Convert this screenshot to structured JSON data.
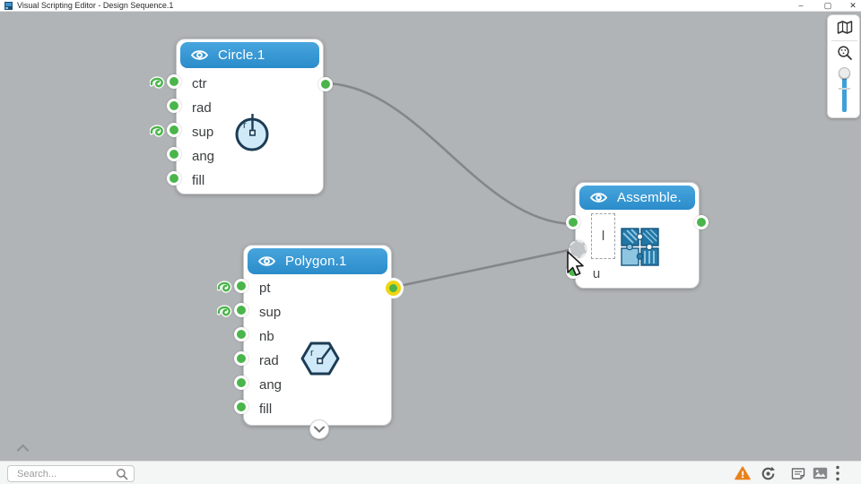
{
  "window": {
    "title": "Visual Scripting Editor - Design Sequence.1",
    "minimize": "–",
    "maximize": "▢",
    "close": "✕"
  },
  "colors": {
    "canvas": "#b1b4b6",
    "header_blue": "#2f95d1",
    "port_green": "#4ab54b",
    "highlight_yellow": "#efd511",
    "wire_gray": "#84878a",
    "warning_orange": "#e8821d"
  },
  "nodes": [
    {
      "title": "Circle.1",
      "icon": "circle-radius-icon",
      "inputs": [
        {
          "label": "ctr",
          "curl": true
        },
        {
          "label": "rad",
          "curl": false
        },
        {
          "label": "sup",
          "curl": true
        },
        {
          "label": "ang",
          "curl": false
        },
        {
          "label": "fill",
          "curl": false
        }
      ],
      "outputs": 1
    },
    {
      "title": "Polygon.1",
      "icon": "hexagon-radius-icon",
      "inputs": [
        {
          "label": "pt",
          "curl": true
        },
        {
          "label": "sup",
          "curl": true
        },
        {
          "label": "nb",
          "curl": false
        },
        {
          "label": "rad",
          "curl": false
        },
        {
          "label": "ang",
          "curl": false
        },
        {
          "label": "fill",
          "curl": false
        }
      ],
      "outputs": 1,
      "output_highlighted": true,
      "expander": true
    },
    {
      "title": "Assemble.",
      "icon": "puzzle-icon",
      "inputs": [
        {
          "label": "l"
        },
        {
          "label": "u"
        }
      ],
      "outputs": 1,
      "pending_drop_port": true
    }
  ],
  "navigator": {
    "icons": [
      "map-icon",
      "zoom-area-icon"
    ],
    "slider": "zoom-slider"
  },
  "statusbar": {
    "search_placeholder": "Search...",
    "icons": [
      "warning-icon",
      "sync-icon",
      "script-icon",
      "image-icon",
      "menu-icon"
    ]
  }
}
